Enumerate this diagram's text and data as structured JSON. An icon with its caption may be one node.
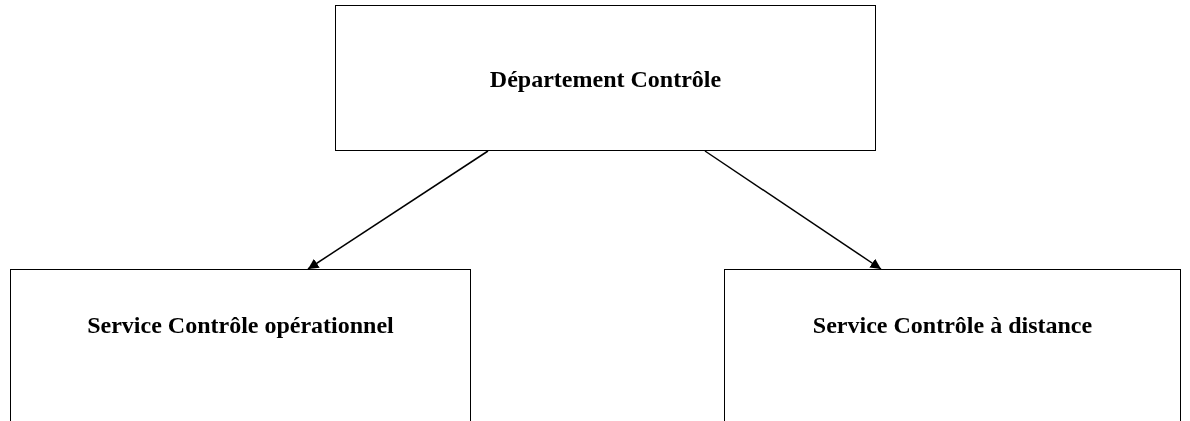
{
  "diagram": {
    "nodes": [
      {
        "text": [
          "Département Contrôle"
        ]
      },
      {
        "text": [
          "Service Contrôle opérationnel"
        ]
      },
      {
        "text": [
          "Service Contrôle à distance"
        ]
      }
    ],
    "edges": [
      {
        "from": 0,
        "to": 1,
        "arrow": "to"
      },
      {
        "from": 0,
        "to": 2,
        "arrow": "to"
      }
    ]
  }
}
